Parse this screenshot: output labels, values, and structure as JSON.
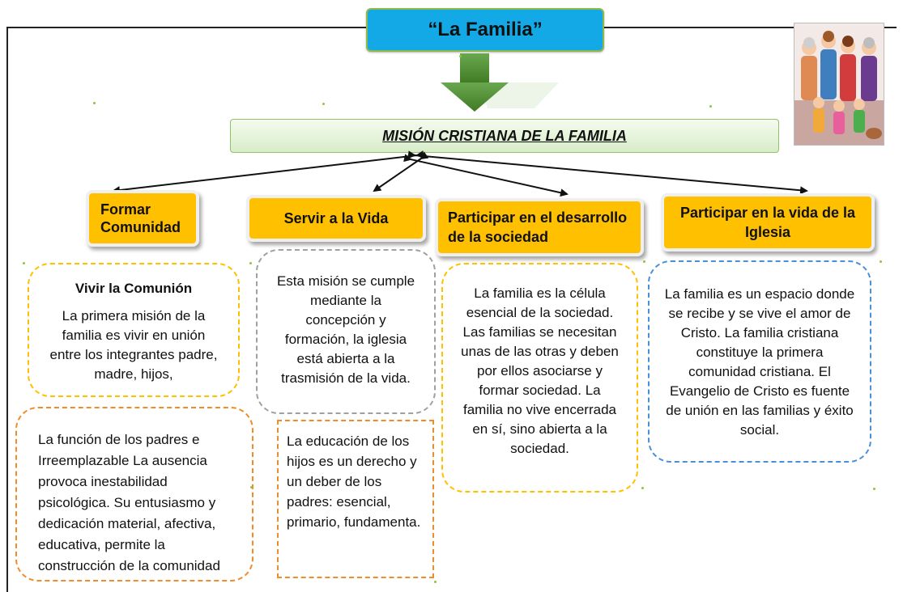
{
  "title": "“La Familia”",
  "mission": "MISIÓN CRISTIANA DE LA FAMILIA",
  "categories": [
    {
      "label": "Formar Comunidad"
    },
    {
      "label": "Servir a la Vida"
    },
    {
      "label": "Participar en el desarrollo de la sociedad"
    },
    {
      "label": "Participar en la vida de la Iglesia"
    }
  ],
  "comunidad": {
    "heading": "Vivir la Comunión",
    "text": "La primera misión de la familia es vivir en unión entre los integrantes padre, madre, hijos,",
    "padres": "La función de los padres e Irreemplazable La ausencia provoca inestabilidad psicológica. Su entusiasmo y dedicación material, afectiva, educativa, permite la construcción de la comunidad"
  },
  "vida": {
    "text": "Esta misión se cumple mediante la concepción y formación, la iglesia está abierta a la trasmisión de la vida.",
    "educacion": "La educación de los hijos es un derecho y un deber de los padres: esencial, primario, fundamenta."
  },
  "sociedad": {
    "text": "La familia es la célula esencial de la sociedad. Las familias se necesitan unas de las otras y deben por ellos asociarse y formar sociedad. La familia no vive encerrada en sí, sino abierta a la sociedad."
  },
  "iglesia": {
    "text": "La familia es un espacio donde se recibe y se vive el amor de Cristo. La familia cristiana constituye la primera comunidad cristiana. El Evangelio de Cristo es fuente de unión en las familias y éxito social."
  },
  "colors": {
    "title_bg": "#13a8e6",
    "tab_bg": "#ffc000",
    "arrow_green": "#4a8a2a",
    "yellow_dash": "#ffc000",
    "orange_dash": "#f28c28",
    "gray_dash": "#a0a0a0",
    "blue_dash": "#4a90d9"
  },
  "icons": {
    "family_picture": "family-illustration",
    "down_arrow": "green-down-arrow"
  }
}
